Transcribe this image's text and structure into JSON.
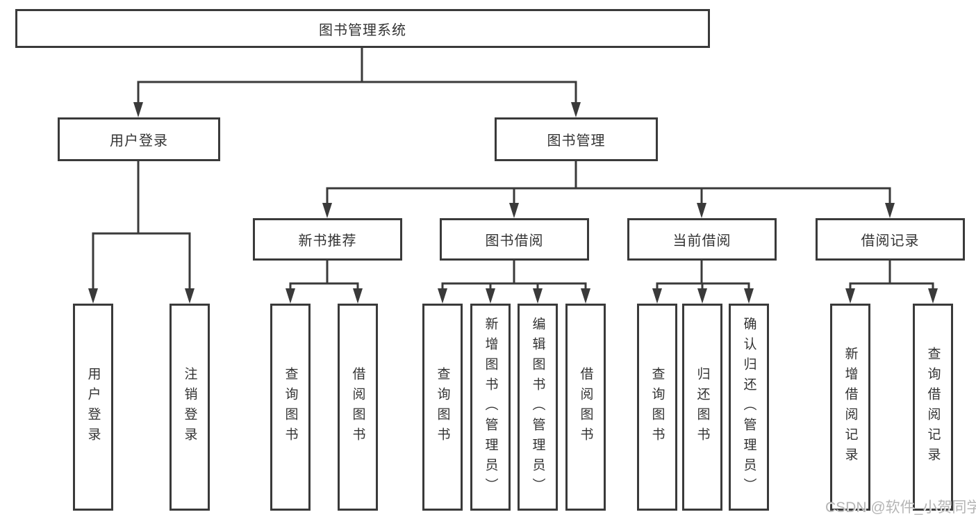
{
  "diagram": {
    "type": "tree",
    "title": "图书管理系统",
    "watermark": "CSDN @软件_小贺同学",
    "colors": {
      "line": "#3a3a3a",
      "box_border": "#3a3a3a",
      "box_fill": "#ffffff",
      "text": "#333333",
      "watermark": "#b5b5b5",
      "background": "#ffffff"
    },
    "nodes": {
      "root": {
        "label": "图书管理系统"
      },
      "level2": [
        {
          "label": "用户登录",
          "parent": "图书管理系统"
        },
        {
          "label": "图书管理",
          "parent": "图书管理系统"
        }
      ],
      "level3": [
        {
          "label": "新书推荐",
          "parent": "图书管理"
        },
        {
          "label": "图书借阅",
          "parent": "图书管理"
        },
        {
          "label": "当前借阅",
          "parent": "图书管理"
        },
        {
          "label": "借阅记录",
          "parent": "图书管理"
        }
      ],
      "leaves": [
        {
          "label": "用户登录",
          "parent": "用户登录"
        },
        {
          "label": "注销登录",
          "parent": "用户登录"
        },
        {
          "label": "查询图书",
          "parent": "新书推荐"
        },
        {
          "label": "借阅图书",
          "parent": "新书推荐"
        },
        {
          "label": "查询图书",
          "parent": "图书借阅"
        },
        {
          "label": "新增图书（管理员）",
          "parent": "图书借阅"
        },
        {
          "label": "编辑图书（管理员）",
          "parent": "图书借阅"
        },
        {
          "label": "借阅图书",
          "parent": "图书借阅"
        },
        {
          "label": "查询图书",
          "parent": "当前借阅"
        },
        {
          "label": "归还图书",
          "parent": "当前借阅"
        },
        {
          "label": "确认归还（管理员）",
          "parent": "当前借阅"
        },
        {
          "label": "新增借阅记录",
          "parent": "借阅记录"
        },
        {
          "label": "查询借阅记录",
          "parent": "借阅记录"
        }
      ]
    }
  }
}
